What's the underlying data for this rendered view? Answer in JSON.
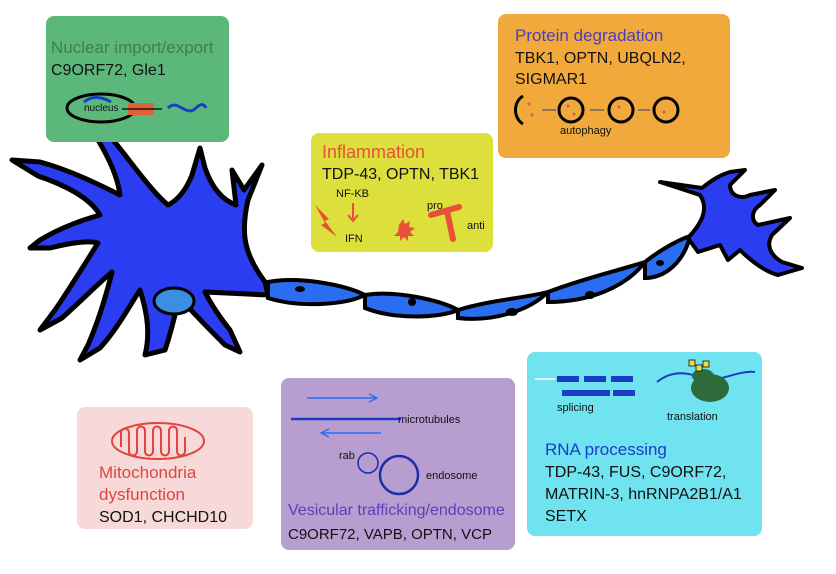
{
  "nuclear": {
    "title": "Nuclear import/export",
    "genes": "C9ORF72, Gle1",
    "nucleus_label": "nucleus"
  },
  "protein": {
    "title": "Protein degradation",
    "genes_line1": "TBK1, OPTN, UBQLN2,",
    "genes_line2": "SIGMAR1",
    "autophagy_label": "autophagy"
  },
  "inflammation": {
    "title": "Inflammation",
    "genes": "TDP-43, OPTN, TBK1",
    "nfkb_label": "NF-KB",
    "ifn_label": "IFN",
    "pro_label": "pro",
    "anti_label": "anti"
  },
  "mito": {
    "title_line1": "Mitochondria",
    "title_line2": "dysfunction",
    "genes": "SOD1, CHCHD10"
  },
  "vesicular": {
    "title": "Vesicular trafficking/endosome",
    "genes": "C9ORF72, VAPB, OPTN, VCP",
    "microtubules_label": "microtubules",
    "rab_label": "rab",
    "endosome_label": "endosome"
  },
  "rna": {
    "title": "RNA processing",
    "genes_line1": "TDP-43, FUS, C9ORF72,",
    "genes_line2": "MATRIN-3, hnRNPA2B1/A1",
    "genes_line3": "SETX",
    "splicing_label": "splicing",
    "translation_label": "translation"
  },
  "colors": {
    "neuron_blue": "#2b3df0",
    "nuclear_box": "#5cb87a",
    "protein_box": "#f2a93b",
    "inflammation_box": "#dde03c",
    "mito_box": "#f7d9d9",
    "vesicular_box": "#b89ed0",
    "rna_box": "#6fe3f0"
  }
}
